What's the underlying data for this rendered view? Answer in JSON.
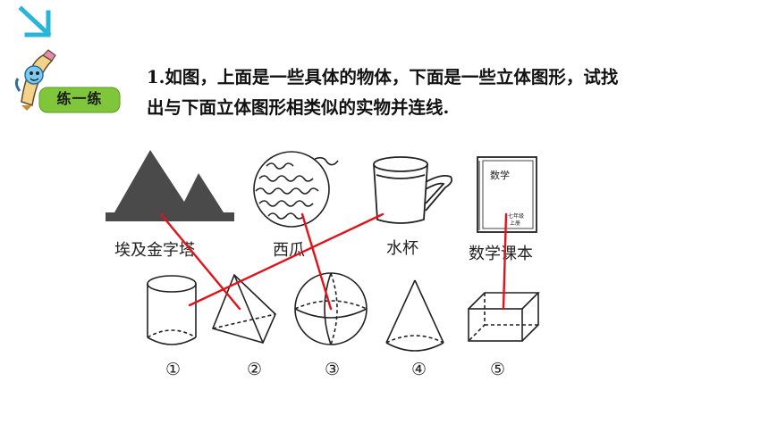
{
  "question": {
    "line1": "1.如图，上面是一些具体的物体，下面是一些立体图形，试找",
    "line2": "出与下面立体图形相类似的实物并连线."
  },
  "badge": {
    "label": "练一练"
  },
  "objects": [
    {
      "label": "埃及金字塔"
    },
    {
      "label": "西瓜"
    },
    {
      "label": "水杯"
    },
    {
      "label": "数学课本"
    }
  ],
  "book": {
    "title": "数学",
    "grade": "七年级",
    "volume": "上册"
  },
  "shapes": [
    {
      "label": "①"
    },
    {
      "label": "②"
    },
    {
      "label": "③"
    },
    {
      "label": "④"
    },
    {
      "label": "⑤"
    }
  ],
  "colors": {
    "arrow": "#29b5d8",
    "connector": "#e0131b",
    "badge": "#7fc63a",
    "pyramid": "#4a4a4a"
  },
  "icons": [
    "down-right-arrow-icon",
    "pencil-mascot-icon"
  ]
}
